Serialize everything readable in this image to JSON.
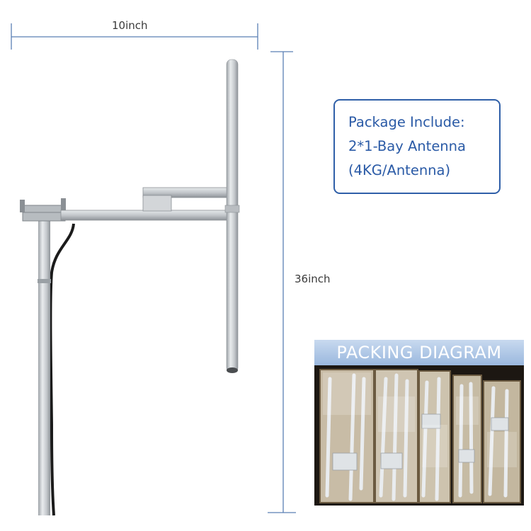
{
  "dimensions": {
    "width_label": "10inch",
    "height_label": "36inch"
  },
  "package_info": {
    "line1": "Package Include:",
    "line2": "2*1-Bay Antenna",
    "line3": "(4KG/Antenna)"
  },
  "packing_diagram": {
    "title": "PACKING DIAGRAM"
  },
  "colors": {
    "accent_blue": "#2a5aa6",
    "dimension_line": "#5b7fb5",
    "metal": "#c9cdd1",
    "banner": "#a9c3e4"
  }
}
